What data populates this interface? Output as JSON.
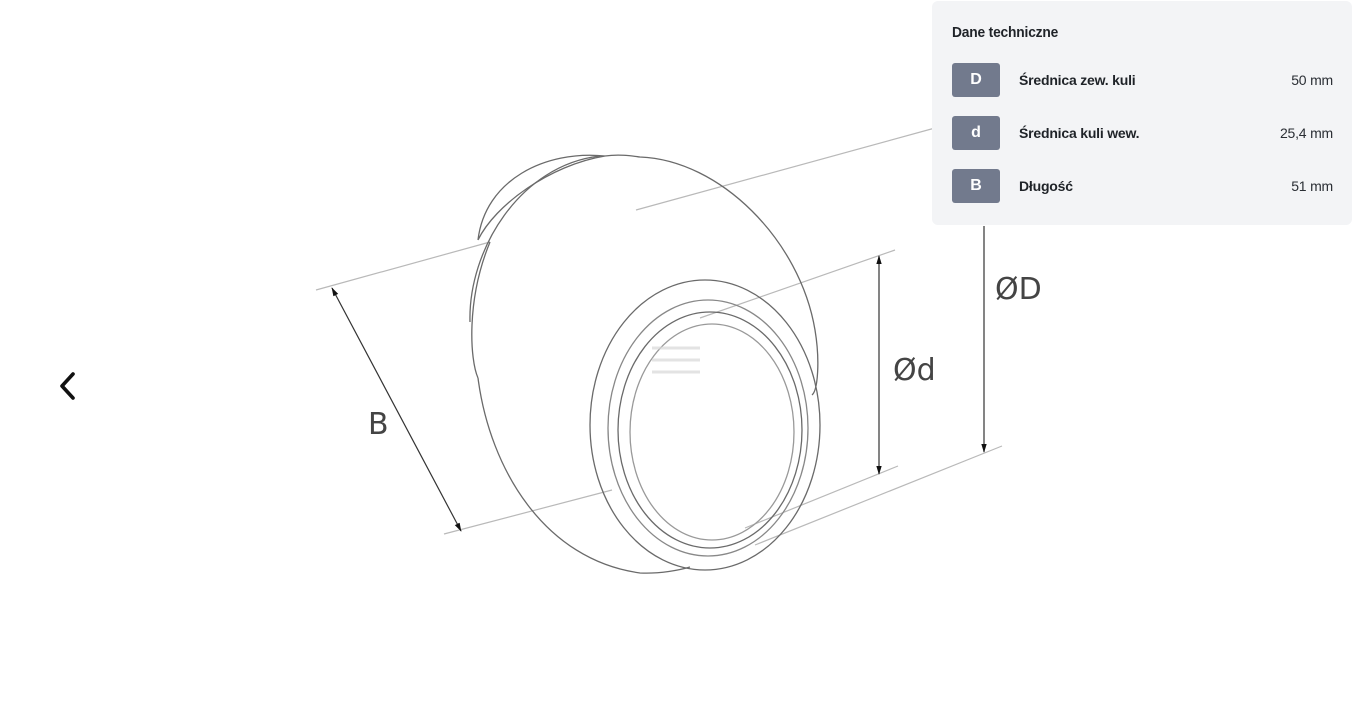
{
  "navigation": {
    "prev_icon": "chevron-left-icon"
  },
  "specs": {
    "title": "Dane techniczne",
    "rows": [
      {
        "symbol": "D",
        "name": "Średnica zew. kuli",
        "value": "50 mm"
      },
      {
        "symbol": "d",
        "name": "Średnica kuli wew.",
        "value": "25,4 mm"
      },
      {
        "symbol": "B",
        "name": "Długość",
        "value": "51 mm"
      }
    ]
  },
  "drawing": {
    "label_outer_diameter": "ØD",
    "label_inner_diameter": "Ød",
    "label_length": "B"
  },
  "colors": {
    "panel_background": "#f3f4f6",
    "badge_background": "#727a8d",
    "line_color": "#555555"
  }
}
